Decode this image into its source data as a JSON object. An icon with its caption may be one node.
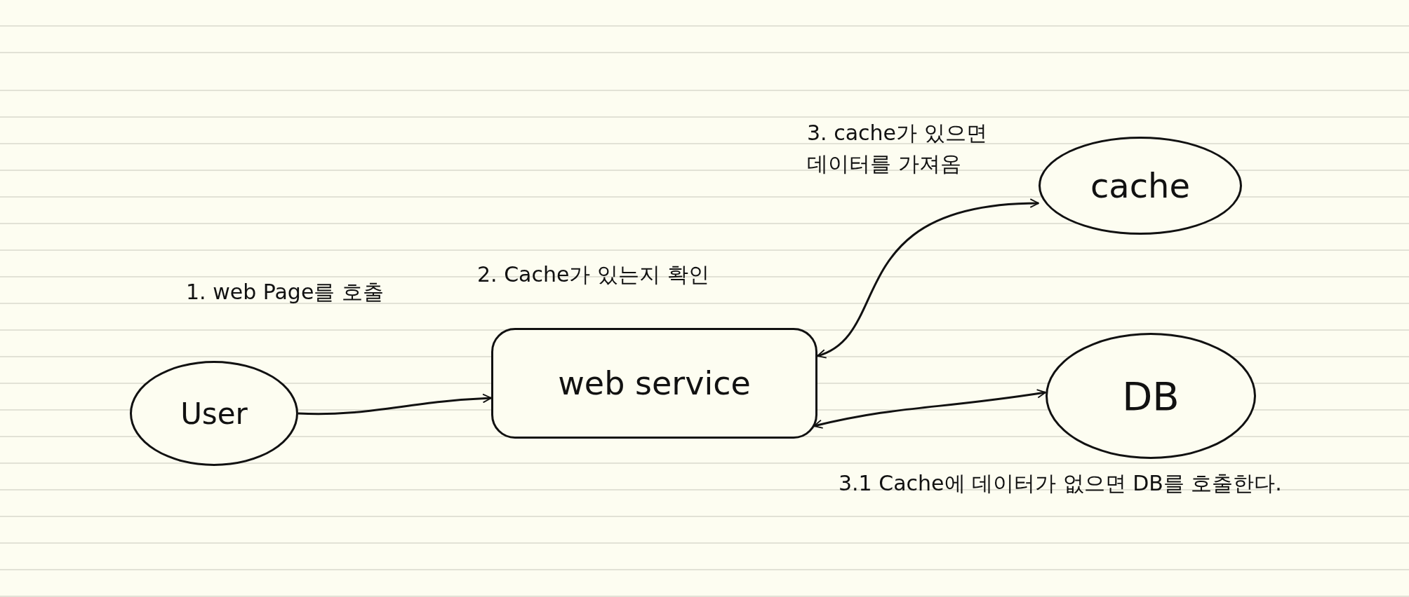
{
  "diagram": {
    "nodes": [
      {
        "text": [
          "User"
        ]
      },
      {
        "text": [
          "web service"
        ]
      },
      {
        "text": [
          "cache"
        ]
      },
      {
        "text": [
          "DB"
        ]
      }
    ],
    "edges": [
      {
        "from": 0,
        "to": 1,
        "arrow": "to",
        "label": "1. web Page를 호출"
      },
      {
        "from": 1,
        "to": 2,
        "arrow": "both",
        "label": "3. cache가 있으면 데이터를 가져옴"
      },
      {
        "from": 1,
        "to": 3,
        "arrow": "both",
        "label": "3.1 Cache에 데이터가 없으면 DB를 호출한다."
      }
    ],
    "labels": [
      "2. Cache가 있는지 확인"
    ]
  }
}
